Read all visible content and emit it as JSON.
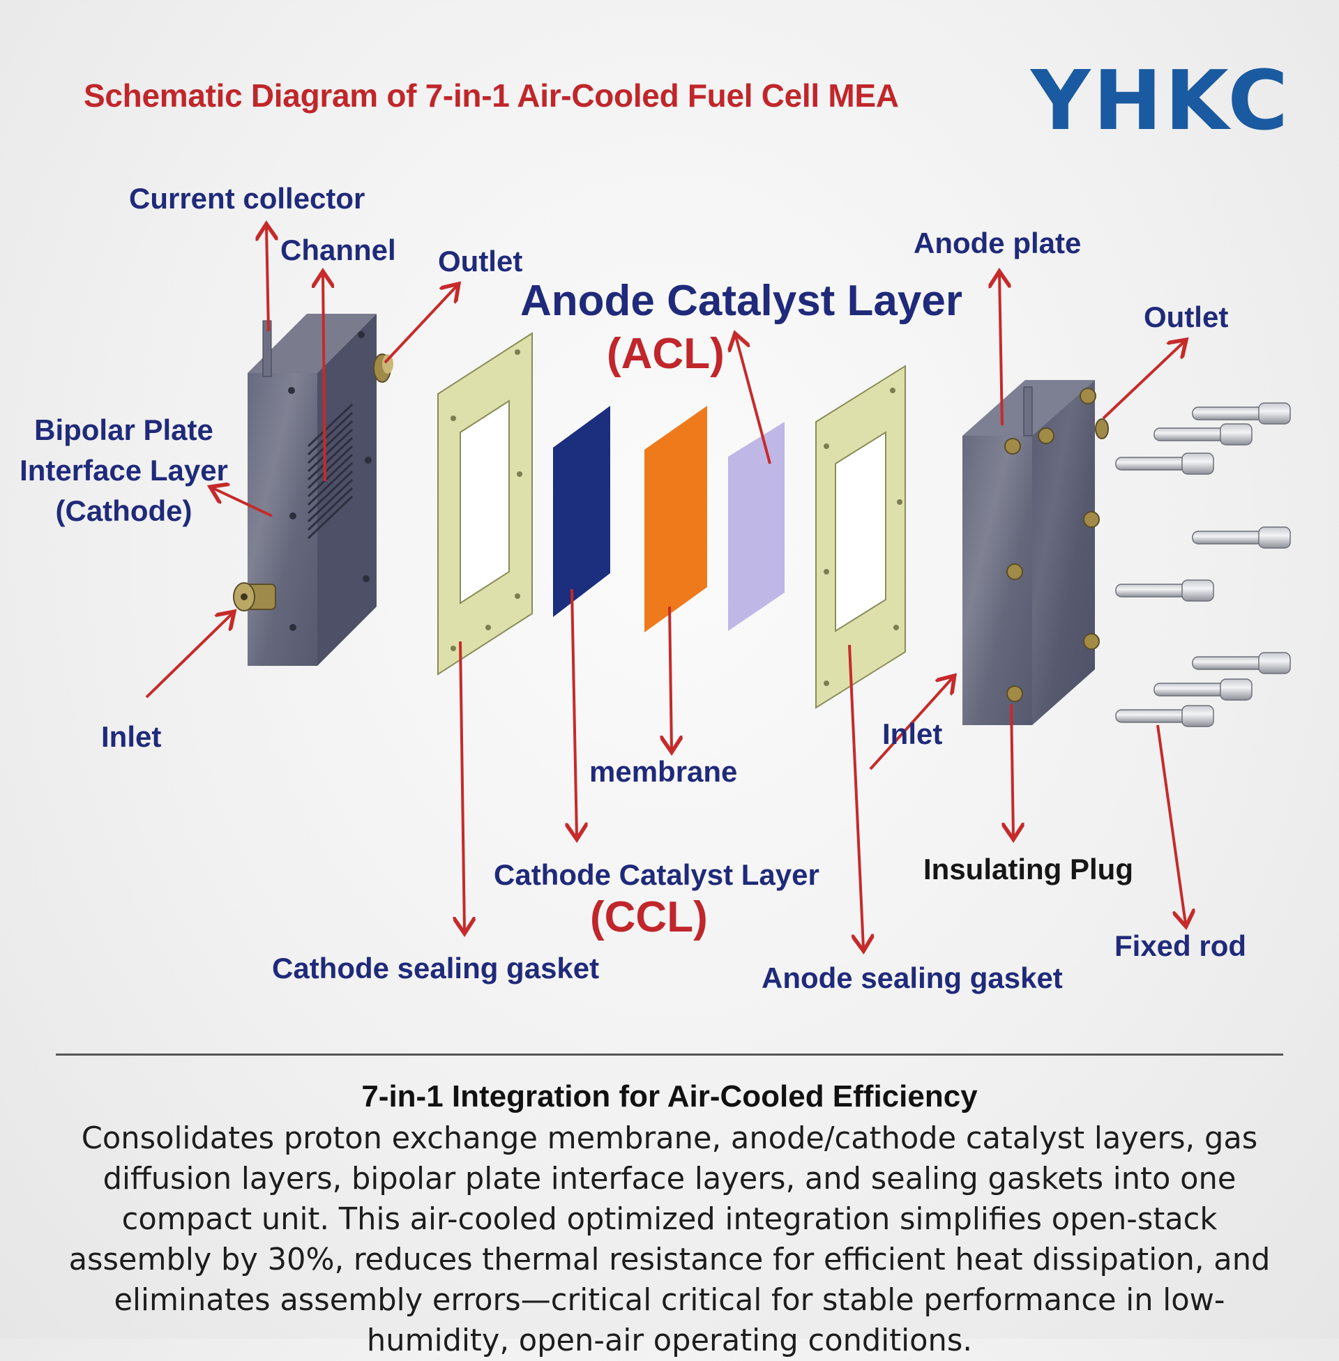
{
  "title": "Schematic Diagram of 7-in-1 Air-Cooled Fuel Cell MEA",
  "logo": "YHKC",
  "labels": {
    "current_collector": "Current collector",
    "channel": "Channel",
    "outlet_left": "Outlet",
    "acl_name": "Anode Catalyst Layer",
    "acl_abbr": "(ACL)",
    "anode_plate": "Anode plate",
    "outlet_right": "Outlet",
    "bipolar_line1": "Bipolar Plate",
    "bipolar_line2": "Interface Layer",
    "bipolar_line3": "(Cathode)",
    "inlet_left": "Inlet",
    "inlet_right": "Inlet",
    "membrane": "membrane",
    "ccl_name": "Cathode Catalyst Layer",
    "ccl_abbr": "(CCL)",
    "insulating_plug": "Insulating Plug",
    "fixed_rod": "Fixed rod",
    "cathode_gasket": "Cathode sealing gasket",
    "anode_gasket": "Anode sealing gasket"
  },
  "colors": {
    "label_navy": "#1f2a7a",
    "accent_red": "#c0262a",
    "logo_blue": "#1a5aa0",
    "plate_gray": "#5b5e73",
    "gasket_olive": "#dde0aa",
    "cathode_layer_blue": "#1c2e7e",
    "membrane_orange": "#ef7a1b",
    "anode_layer_lavender": "#bfb7e6"
  },
  "footer": {
    "heading": "7-in-1 Integration for Air-Cooled Efficiency",
    "body": "Consolidates proton exchange membrane, anode/cathode catalyst layers, gas diffusion layers, bipolar plate interface layers, and sealing gaskets into one compact unit. This air-cooled optimized integration simplifies open-stack assembly by 30%, reduces thermal resistance for efficient heat dissipation, and eliminates assembly errors—critical critical for stable performance in low-humidity, open-air operating conditions."
  }
}
